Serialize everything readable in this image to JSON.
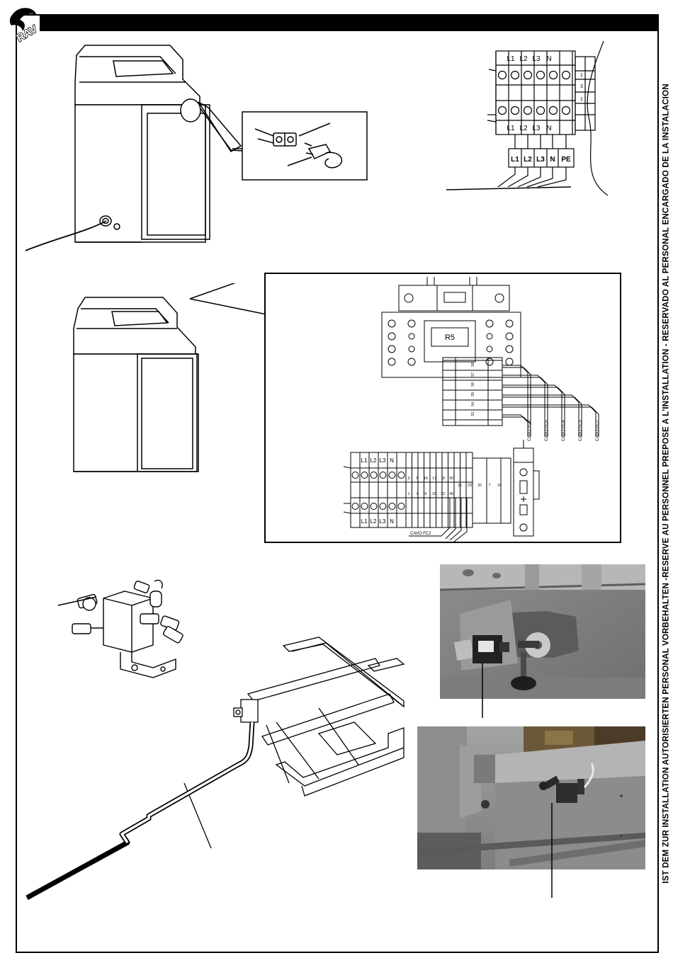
{
  "side_banner": "IST DEM ZUR INSTALLATION AUTORISIERTEN PERSONAL VORBEHALTEN -RESERVE AU PERSONNEL PREPOSE A L'INSTALLATION - RESERVADO AL PERSONAL ENCARGADO DE LA INSTALACION",
  "logo_text": "RAV",
  "terminal_top": {
    "headers": [
      "L1",
      "L2",
      "L3",
      "N"
    ],
    "side_numbers": [
      "1",
      "3",
      "1"
    ],
    "plug_labels": [
      "L1",
      "L2",
      "L3",
      "N",
      "PE"
    ]
  },
  "panel": {
    "relay_label": "R5",
    "switch_rows": [
      "S8",
      "S7",
      "S6",
      "S5",
      "S4",
      "S3"
    ],
    "cables": [
      "CAVO FC6",
      "CAVO FC5",
      "CAVO FC4",
      "CAVO FC3",
      "CAVO FC7"
    ],
    "block_headers": [
      "L1",
      "L2",
      "L3",
      "N"
    ],
    "row1_numbers": [
      "3",
      "5",
      "14",
      "17",
      "18",
      "50"
    ],
    "row2_numbers": [
      "1",
      "4",
      "6",
      "15",
      "23",
      "49"
    ],
    "extra_numbers": [
      "16",
      "23",
      "20",
      "7",
      "24"
    ],
    "bottom_cable": "CAVO FC2"
  }
}
